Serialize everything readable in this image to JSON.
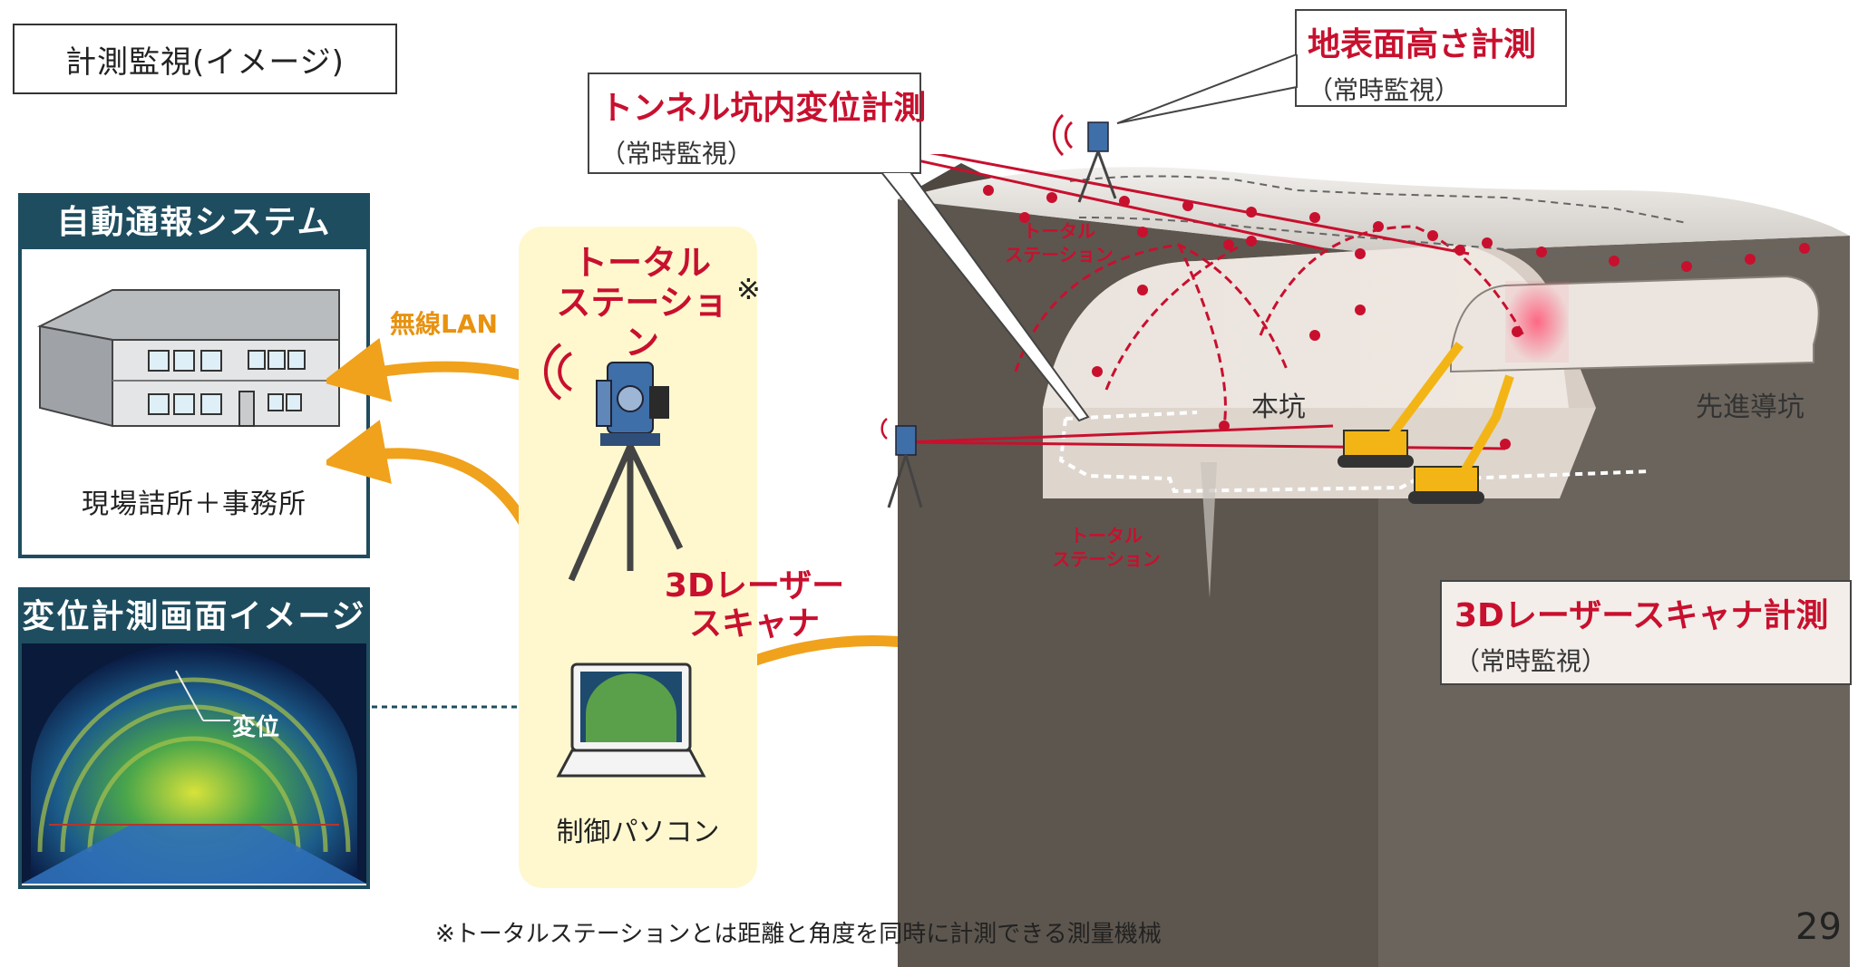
{
  "header": {
    "title": "計測監視(イメージ)"
  },
  "panels": {
    "notification": {
      "title": "自動通報システム",
      "caption": "現場詰所＋事務所"
    },
    "displacement": {
      "title": "変位計測画面イメージ",
      "marker_label": "変位"
    }
  },
  "links": {
    "wireless": "無線LAN"
  },
  "center": {
    "total_station_line1": "トータル",
    "total_station_line2": "ステーション",
    "asterisk": "※",
    "laser_line1": "3Dレーザー",
    "laser_line2": "スキャナ",
    "pc_label": "制御パソコン"
  },
  "callouts": {
    "tunnel": {
      "title": "トンネル坑内変位計測",
      "sub": "（常時監視）"
    },
    "surface": {
      "title": "地表面高さ計測",
      "sub": "（常時監視）"
    },
    "scanner": {
      "title": "3Dレーザースキャナ計測",
      "sub": "（常時監視）"
    }
  },
  "tunnel": {
    "main_tunnel": "本坑",
    "pilot_tunnel": "先進導坑",
    "ts_top_line1": "トータル",
    "ts_top_line2": "ステーション",
    "ts_inner_line1": "トータル",
    "ts_inner_line2": "ステーション"
  },
  "footnote": "※トータルステーションとは距離と角度を同時に計測できる測量機械",
  "page_number": "29",
  "colors": {
    "panel_navy": "#1e4d5f",
    "accent_red": "#c8102e",
    "accent_orange": "#e8920f",
    "ground_brown": "#6b645c"
  }
}
